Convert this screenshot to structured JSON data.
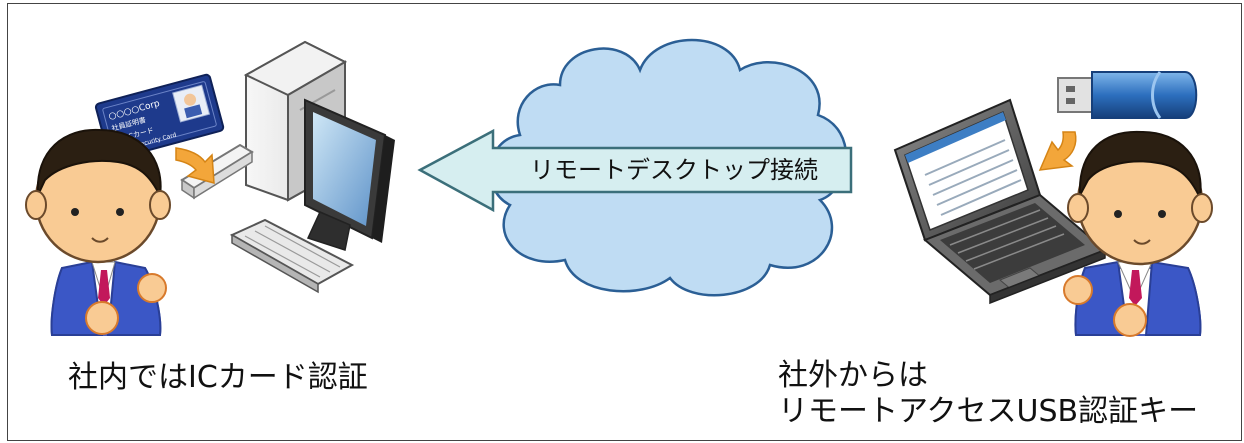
{
  "arrow_label": "リモートデスクトップ接続",
  "card_lines": [
    "○○○○Corp",
    "社員証明書",
    "ICカード",
    "Security Card"
  ],
  "captions": {
    "left": "社内ではICカード認証",
    "right_line1": "社外からは",
    "right_line2": "リモートアクセスUSB認証キー"
  },
  "colors": {
    "cloud_fill": "#bfdcf3",
    "cloud_stroke": "#2b5f95",
    "arrow_fill": "#d6eef0",
    "arrow_stroke": "#3b6f7a",
    "usb_key": "#1f5fa8",
    "guide_arrow": "#f3a63a"
  }
}
